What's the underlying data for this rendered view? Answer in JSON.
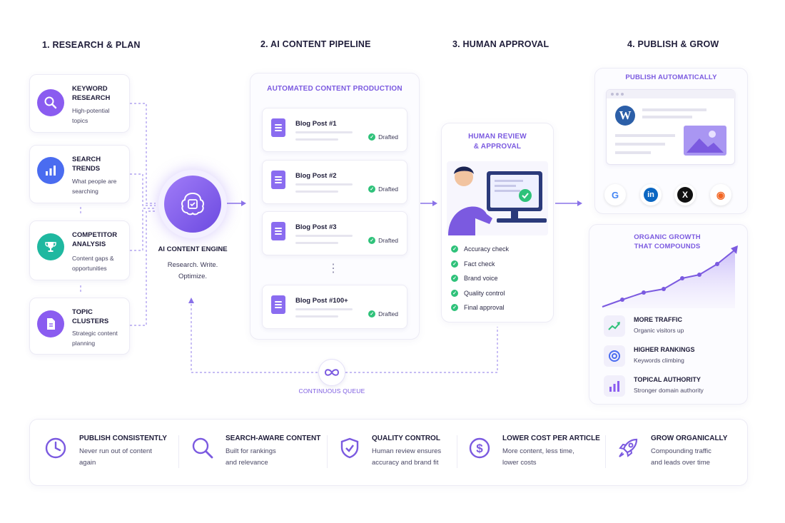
{
  "steps": {
    "s1": "1. RESEARCH & PLAN",
    "s2": "2. AI CONTENT PIPELINE",
    "s3": "3. HUMAN APPROVAL",
    "s4": "4. PUBLISH & GROW"
  },
  "research": [
    {
      "title_1": "KEYWORD",
      "title_2": "RESEARCH",
      "sub_1": "High-potential",
      "sub_2": "topics",
      "icon": "search-icon",
      "color": "#8a5cf0"
    },
    {
      "title_1": "SEARCH",
      "title_2": "TRENDS",
      "sub_1": "What people are",
      "sub_2": "searching",
      "icon": "bar-chart-icon",
      "color": "#4a6cf0"
    },
    {
      "title_1": "COMPETITOR",
      "title_2": "ANALYSIS",
      "sub_1": "Content gaps &",
      "sub_2": "opportunities",
      "icon": "trophy-icon",
      "color": "#1fb8a0"
    },
    {
      "title_1": "TOPIC",
      "title_2": "CLUSTERS",
      "sub_1": "Strategic content",
      "sub_2": "planning",
      "icon": "document-icon",
      "color": "#8a5cf0"
    }
  ],
  "engine": {
    "title": "AI CONTENT ENGINE",
    "sub_1": "Research. Write.",
    "sub_2": "Optimize.",
    "icon": "brain-icon"
  },
  "pipeline": {
    "header": "AUTOMATED CONTENT PRODUCTION",
    "posts": [
      {
        "title": "Blog Post #1",
        "status": "Drafted"
      },
      {
        "title": "Blog Post #2",
        "status": "Drafted"
      },
      {
        "title": "Blog Post #3",
        "status": "Drafted"
      },
      {
        "title": "Blog Post #100+",
        "status": "Drafted"
      }
    ],
    "ellipsis": "⋮"
  },
  "approval": {
    "header_1": "HUMAN REVIEW",
    "header_2": "& APPROVAL",
    "checks": [
      "Accuracy check",
      "Fact check",
      "Brand voice",
      "Quality control",
      "Final approval"
    ]
  },
  "queue": {
    "label": "CONTINUOUS QUEUE",
    "icon": "infinity-icon"
  },
  "publish": {
    "header": "PUBLISH AUTOMATICALLY",
    "socials": [
      {
        "icon": "google-icon",
        "glyph": "G",
        "color": "#4285f4"
      },
      {
        "icon": "linkedin-icon",
        "glyph": "in",
        "color": "#0a66c2"
      },
      {
        "icon": "x-icon",
        "glyph": "X",
        "color": "#111111"
      },
      {
        "icon": "rss-icon",
        "glyph": "◉",
        "color": "#f26522"
      }
    ]
  },
  "growth": {
    "header_1": "ORGANIC GROWTH",
    "header_2": "THAT COMPOUNDS",
    "metrics": [
      {
        "title": "MORE TRAFFIC",
        "sub": "Organic visitors up",
        "icon": "trend-up-icon"
      },
      {
        "title": "HIGHER RANKINGS",
        "sub": "Keywords climbing",
        "icon": "target-icon"
      },
      {
        "title": "TOPICAL AUTHORITY",
        "sub": "Stronger domain authority",
        "icon": "bar-chart-icon"
      }
    ]
  },
  "benefits": [
    {
      "title": "PUBLISH CONSISTENTLY",
      "desc_1": "Never run out of content",
      "desc_2": "again",
      "icon": "clock-icon"
    },
    {
      "title": "SEARCH-AWARE CONTENT",
      "desc_1": "Built for rankings",
      "desc_2": "and relevance",
      "icon": "search-icon"
    },
    {
      "title": "QUALITY CONTROL",
      "desc_1": "Human review ensures",
      "desc_2": "accuracy and brand fit",
      "icon": "shield-check-icon"
    },
    {
      "title": "LOWER COST PER ARTICLE",
      "desc_1": "More content, less time,",
      "desc_2": "lower costs",
      "icon": "dollar-icon"
    },
    {
      "title": "GROW ORGANICALLY",
      "desc_1": "Compounding traffic",
      "desc_2": "and leads over time",
      "icon": "rocket-icon"
    }
  ],
  "colors": {
    "accent": "#7b5ae0",
    "check": "#2fc27a",
    "arrow": "#8a72e8"
  }
}
